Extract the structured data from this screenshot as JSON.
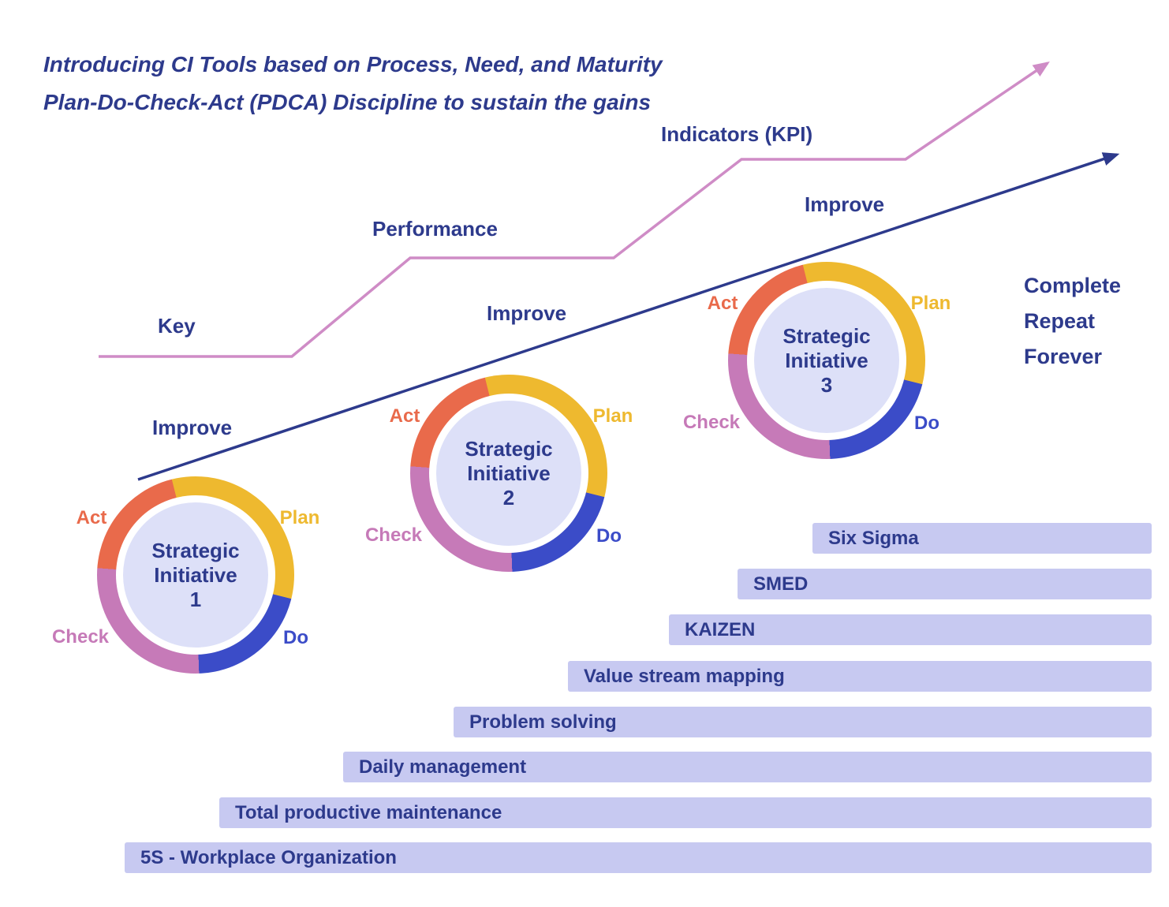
{
  "title": {
    "line1": "Introducing CI Tools based on Process, Need, and Maturity",
    "line2": "Plan-Do-Check-Act (PDCA) Discipline to sustain the gains"
  },
  "kpi_axis": {
    "labels": {
      "key": "Key",
      "performance": "Performance",
      "indicators": "Indicators (KPI)"
    }
  },
  "improve_labels": [
    "Improve",
    "Improve",
    "Improve"
  ],
  "completion_note": [
    "Complete",
    "Repeat",
    "Forever"
  ],
  "pdca": {
    "labels": {
      "plan": "Plan",
      "do": "Do",
      "check": "Check",
      "act": "Act"
    },
    "circles": [
      {
        "line1": "Strategic",
        "line2": "Initiative",
        "number": "1"
      },
      {
        "line1": "Strategic",
        "line2": "Initiative",
        "number": "2"
      },
      {
        "line1": "Strategic",
        "line2": "Initiative",
        "number": "3"
      }
    ]
  },
  "tools": [
    {
      "label": "Six Sigma"
    },
    {
      "label": "SMED"
    },
    {
      "label": "KAIZEN"
    },
    {
      "label": "Value stream mapping"
    },
    {
      "label": "Problem solving"
    },
    {
      "label": "Daily management"
    },
    {
      "label": "Total productive maintenance"
    },
    {
      "label": "5S - Workplace Organization"
    }
  ],
  "colors": {
    "navy": "#2d3a8c",
    "pink": "#cf8cc6",
    "plan-yellow": "#eeb92f",
    "do-blue": "#3b4cc8",
    "check-pink": "#c67ab8",
    "act-orange": "#e96a4b",
    "bar-lavender": "#c7c9f1",
    "circle-lavender": "#dde0f8"
  }
}
